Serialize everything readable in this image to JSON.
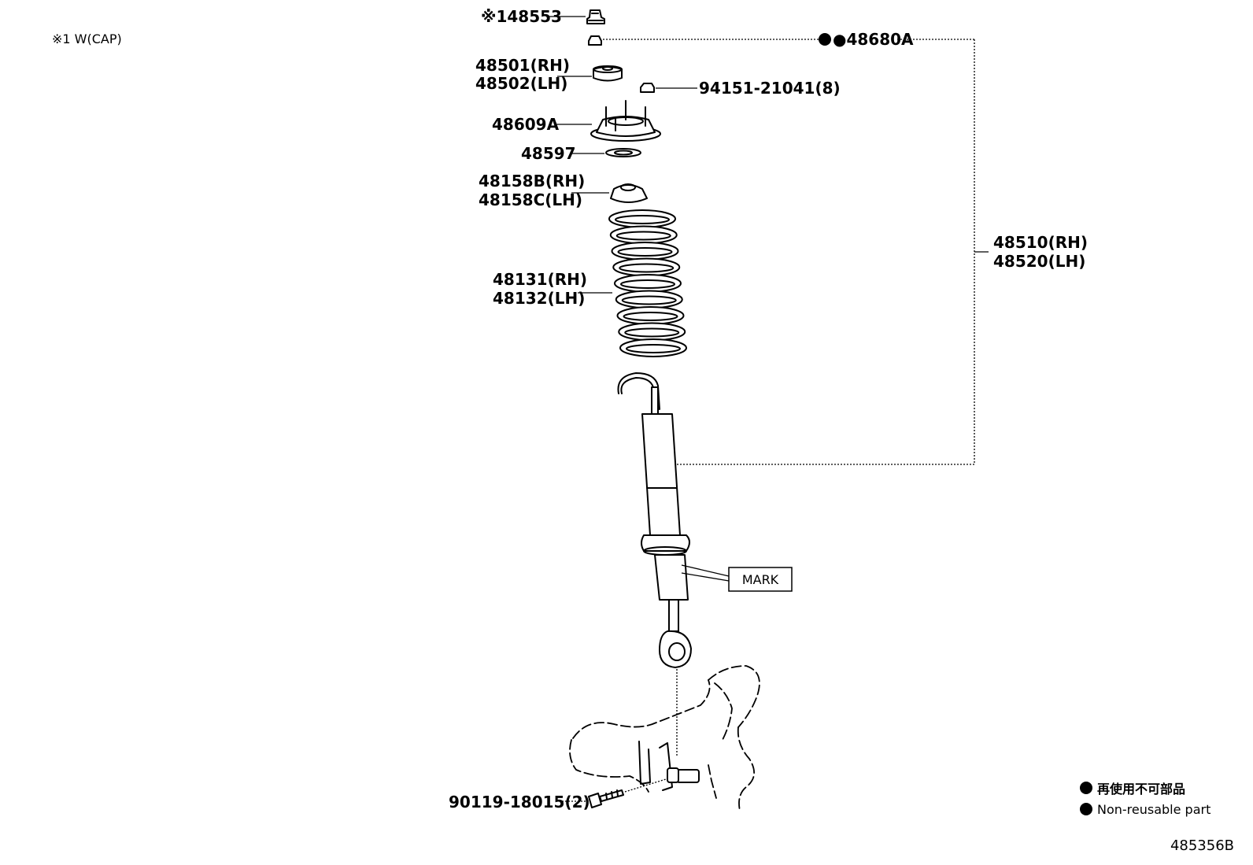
{
  "note": "※1 W(CAP)",
  "labels": {
    "p48553": "※148553",
    "p48680a": "●48680A",
    "p48501": "48501(RH)",
    "p48502": "48502(LH)",
    "p94151": "94151-21041(8)",
    "p48609a": "48609A",
    "p48597": "48597",
    "p48158b": "48158B(RH)",
    "p48158c": "48158C(LH)",
    "p48510": "48510(RH)",
    "p48520": "48520(LH)",
    "p48131": "48131(RH)",
    "p48132": "48132(LH)",
    "mark": "MARK",
    "p90119": "90119-18015(2)"
  },
  "legend": {
    "jp": "再使用不可部品",
    "en": "Non-reusable part"
  },
  "figure_id": "485356B"
}
